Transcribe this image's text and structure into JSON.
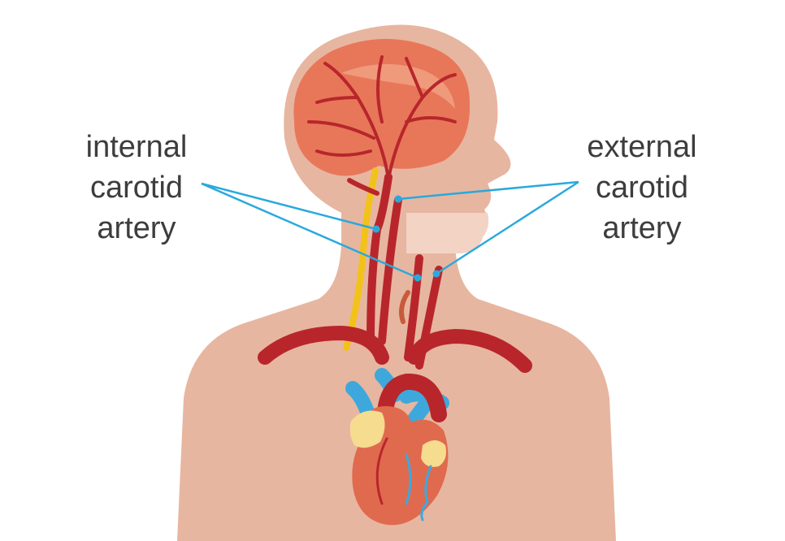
{
  "labels": {
    "internal": [
      "internal",
      "carotid",
      "artery"
    ],
    "external": [
      "external",
      "carotid",
      "artery"
    ]
  },
  "colors": {
    "skin": "#e7b6a0",
    "skin_light": "#f2d3c4",
    "brain": "#e8775a",
    "brain_highlight": "#f09a7c",
    "artery": "#b8262b",
    "vein": "#3ea8dc",
    "nerve": "#f3c21a",
    "fat": "#f5dc8f",
    "heart": "#e06a4e",
    "leader_line": "#2aa9dc",
    "text": "#3d3d3d",
    "background": "#ffffff"
  }
}
